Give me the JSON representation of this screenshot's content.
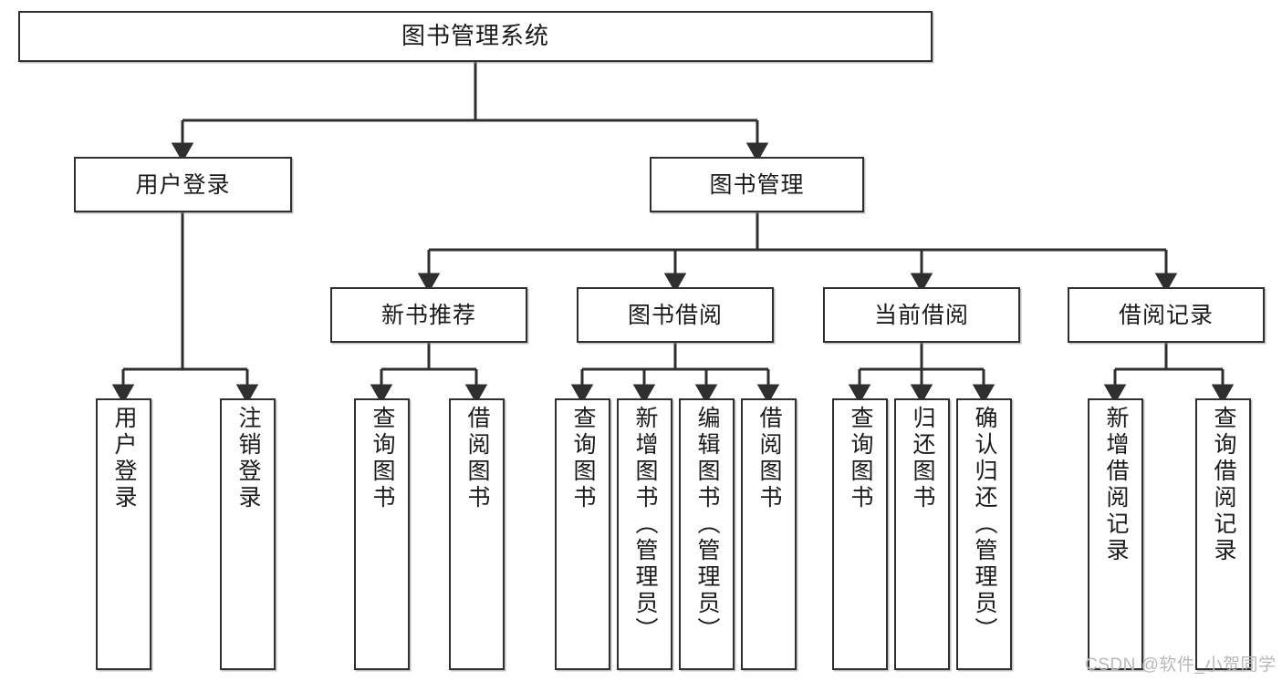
{
  "diagram": {
    "title": "图书管理系统",
    "type": "tree-hierarchy-chart",
    "stroke_color": "#2f2f2f",
    "fill_color": "#ffffff",
    "text_color": "#1a1a1a"
  },
  "nodes": {
    "root": {
      "label": "图书管理系统"
    },
    "level2": [
      {
        "label": "用户登录"
      },
      {
        "label": "图书管理"
      }
    ],
    "level3": [
      {
        "label": "新书推荐"
      },
      {
        "label": "图书借阅"
      },
      {
        "label": "当前借阅"
      },
      {
        "label": "借阅记录"
      }
    ],
    "leaves": {
      "user_login": [
        {
          "label": "用户登录"
        },
        {
          "label": "注销登录"
        }
      ],
      "new_book_recommend": [
        {
          "label": "查询图书"
        },
        {
          "label": "借阅图书"
        }
      ],
      "book_borrow": [
        {
          "label": "查询图书"
        },
        {
          "label": "新增图书（管理员）"
        },
        {
          "label": "编辑图书（管理员）"
        },
        {
          "label": "借阅图书"
        }
      ],
      "current_borrow": [
        {
          "label": "查询图书"
        },
        {
          "label": "归还图书"
        },
        {
          "label": "确认归还（管理员）"
        }
      ],
      "borrow_record": [
        {
          "label": "新增借阅记录"
        },
        {
          "label": "查询借阅记录"
        }
      ]
    }
  },
  "watermark": {
    "text": "CSDN @软件_小贺同学"
  }
}
